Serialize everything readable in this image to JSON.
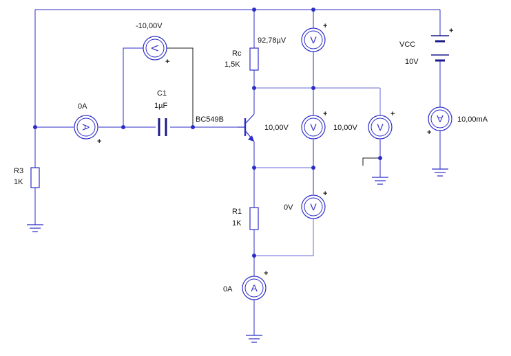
{
  "components": {
    "vcc": {
      "label": "VCC",
      "value": "10V"
    },
    "rc": {
      "label": "Rc",
      "value": "1,5K"
    },
    "r1": {
      "label": "R1",
      "value": "1K"
    },
    "r3": {
      "label": "R3",
      "value": "1K"
    },
    "c1": {
      "label": "C1",
      "value": "1µF"
    },
    "transistor": {
      "label": "BC549B"
    }
  },
  "meters": {
    "v_cap": {
      "type": "voltmeter",
      "reading": "-10,00V",
      "glyph": "V"
    },
    "a_input": {
      "type": "ammeter",
      "reading": "0A",
      "glyph": "A"
    },
    "v_rc": {
      "type": "voltmeter",
      "reading": "92,78µV",
      "glyph": "V"
    },
    "v_ce": {
      "type": "voltmeter",
      "reading": "10,00V",
      "glyph": "V"
    },
    "v_out": {
      "type": "voltmeter",
      "reading": "10,00V",
      "glyph": "V"
    },
    "v_r1": {
      "type": "voltmeter",
      "reading": "0V",
      "glyph": "V"
    },
    "a_emitter": {
      "type": "ammeter",
      "reading": "0A",
      "glyph": "A"
    },
    "a_supply": {
      "type": "ammeter",
      "reading": "10,00mA",
      "glyph": "A"
    }
  },
  "polarity_mark": "+",
  "colors": {
    "wire": "#2b2bc8",
    "text": "#111111",
    "capacitor": "#1a1a8a"
  }
}
